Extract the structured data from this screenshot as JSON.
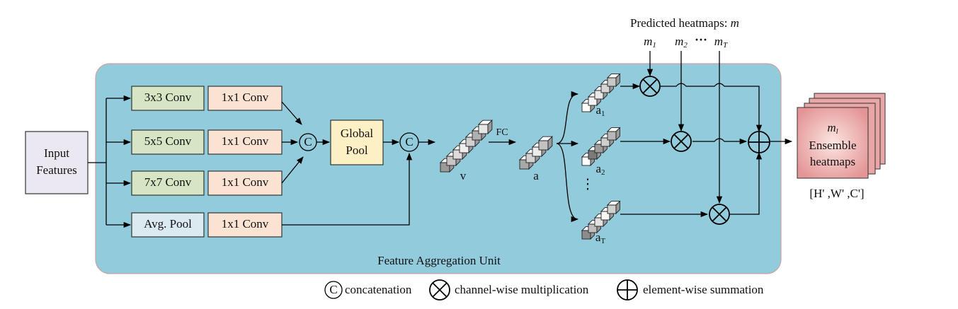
{
  "diagram": {
    "input_label_line1": "Input",
    "input_label_line2": "Features",
    "branches": [
      {
        "conv": "3x3 Conv",
        "proj": "1x1 Conv"
      },
      {
        "conv": "5x5 Conv",
        "proj": "1x1 Conv"
      },
      {
        "conv": "7x7 Conv",
        "proj": "1x1 Conv"
      },
      {
        "conv": "Avg. Pool",
        "proj": "1x1 Conv"
      }
    ],
    "concat_symbol": "C",
    "global_pool_line1": "Global",
    "global_pool_line2": "Pool",
    "vector_v": "v",
    "fc_label": "FC",
    "vector_a": "a",
    "a1": "a",
    "a1_sub": "1",
    "a2": "a",
    "a2_sub": "2",
    "aT": "a",
    "aT_sub": "T",
    "dots": "⋮",
    "heatmaps_title": "Predicted heatmaps: ",
    "heatmaps_title_var": "m",
    "m1": "m",
    "m1_sub": "1",
    "m2": "m",
    "m2_sub": "2",
    "mdots": "···",
    "mT": "m",
    "mT_sub": "T",
    "unit_label": "Feature Aggregation Unit",
    "ensemble_var": "m",
    "ensemble_var_sub": "l",
    "ensemble_line1": "Ensemble",
    "ensemble_line2": "heatmaps",
    "output_shape": "[H' ,W' ,C']"
  },
  "legend": {
    "concat_symbol": "C",
    "concat_label": "concatenation",
    "mult_label": "channel-wise multiplication",
    "sum_label": "element-wise summation"
  },
  "colors": {
    "unit_bg": "#92cbdc",
    "input_box": "#ece8f1",
    "conv_box": "#d6e6c4",
    "proj_box": "#fbe3d4",
    "avgpool_box": "#dbe9f1",
    "global_pool": "#fdf0c4",
    "ensemble": "#e8a6a6"
  }
}
